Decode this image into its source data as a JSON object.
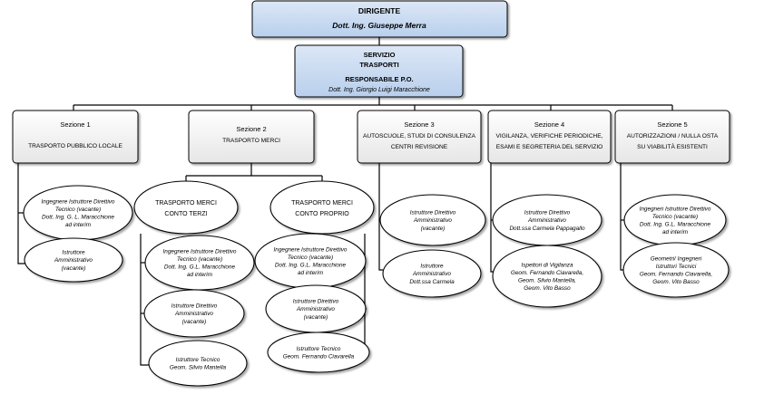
{
  "dirigente": {
    "title": "DIRIGENTE",
    "name": "Dott. Ing. Giuseppe Merra"
  },
  "servizio": {
    "line1": "SERVIZIO",
    "line2": "TRASPORTI",
    "role": "RESPONSABILE P.O.",
    "name": "Dott. Ing. Giorgio Luigi Maracchione"
  },
  "sections": [
    {
      "title": "Sezione 1",
      "lines": [
        "TRASPORTO PUBBLICO LOCALE"
      ]
    },
    {
      "title": "Sezione 2",
      "lines": [
        "TRASPORTO MERCI"
      ]
    },
    {
      "title": "Sezione 3",
      "lines": [
        "AUTOSCUOLE, STUDI DI CONSULENZA",
        "CENTRI REVISIONE"
      ]
    },
    {
      "title": "Sezione 4",
      "lines": [
        "VIGILANZA, VERIFICHE PERIODICHE,",
        "ESAMI E SEGRETERIA DEL SERVIZIO"
      ]
    },
    {
      "title": "Sezione 5",
      "lines": [
        "AUTORIZZAZIONI / NULLA OSTA",
        "SU VIABILITÀ ESISTENTI"
      ]
    }
  ],
  "subunits": [
    {
      "lines": [
        "TRASPORTO MERCI",
        "CONTO TERZI"
      ]
    },
    {
      "lines": [
        "TRASPORTO MERCI",
        "CONTO PROPRIO"
      ]
    }
  ],
  "staff": {
    "s1": [
      [
        "Ingegnere Istruttore Direttivo",
        "Tecnico (vacante)",
        "Dott. Ing. G. L. Maracchione",
        "ad interim"
      ],
      [
        "Istruttore",
        "Amministrativo",
        "(vacante)"
      ]
    ],
    "terzi": [
      [
        "Ingegnere Istruttore Direttivo",
        "Tecnico (vacante)",
        "Dott. Ing. G.L. Maracchione",
        "ad interim"
      ],
      [
        "Istruttore Direttivo",
        "Amministrativo",
        "(vacante)"
      ],
      [
        "Istruttore Tecnico",
        "Geom. Silvio Mantella"
      ]
    ],
    "proprio": [
      [
        "Ingegnere Istruttore Direttivo",
        "Tecnico (vacante)",
        "Dott. Ing. G.L. Maracchione",
        "ad interim"
      ],
      [
        "Istruttore Direttivo",
        "Amministrativo",
        "(vacante)"
      ],
      [
        "Istruttore Tecnico",
        "Geom. Fernando Ciavarella"
      ]
    ],
    "s3": [
      [
        "Istruttore Direttivo",
        "Amministrativo",
        "(vacante)"
      ],
      [
        "Istruttore",
        "Amministrativo",
        "Dott.ssa Carmela"
      ]
    ],
    "s4": [
      [
        "Istruttore Direttivo",
        "Amministrativo",
        "Dott.ssa Carmela Pappagallo"
      ],
      [
        "Ispettori di Vigilanza",
        "Geom. Fernando Ciavarella,",
        "Geom. Silvio Mantella,",
        "Geom. Vito Basso"
      ]
    ],
    "s5": [
      [
        "Ingegneri Istruttore Direttivo",
        "Tecnico (vacante)",
        "Dott. Ing. G.L. Maracchione",
        "ad interim"
      ],
      [
        "Geometri/ Ingegneri",
        "Istruttori Tecnici",
        "Geom. Fernando Ciavarella,",
        "Geom. Vito Basso"
      ]
    ]
  },
  "colors": {
    "header_fill": "#c6d9f1",
    "box_fill": "#f2f2f2",
    "stroke": "#000000"
  }
}
